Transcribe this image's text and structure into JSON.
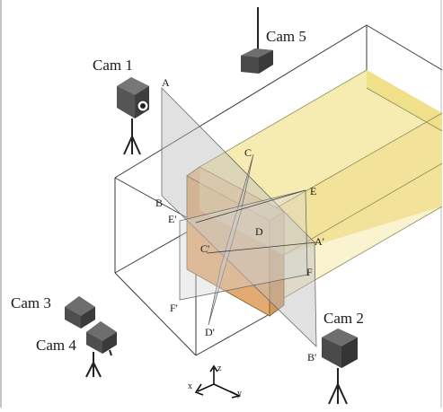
{
  "cameras": {
    "cam1": "Cam  1",
    "cam2": "Cam 2",
    "cam3": "Cam 3",
    "cam4": "Cam 4",
    "cam5": "Cam 5"
  },
  "points": {
    "A": "A",
    "A_prime": "A'",
    "B": "B",
    "B_prime": "B'",
    "C": "C",
    "C_prime": "C'",
    "D": "D",
    "D_prime": "D'",
    "E": "E",
    "E_prime": "E'",
    "F": "F",
    "F_prime": "F'"
  },
  "axes": {
    "x": "x",
    "y": "y",
    "z": "z"
  },
  "colors": {
    "box_edge": "#3a3a3a",
    "yellow_fill": "#f3e6a0",
    "yellow_light": "#faf3cf",
    "orange_fill": "#e6b37a",
    "orange_dark": "#c9905a",
    "plane_fill": "#cfcfcf",
    "camera_body": "#555555",
    "camera_dark": "#333333"
  }
}
